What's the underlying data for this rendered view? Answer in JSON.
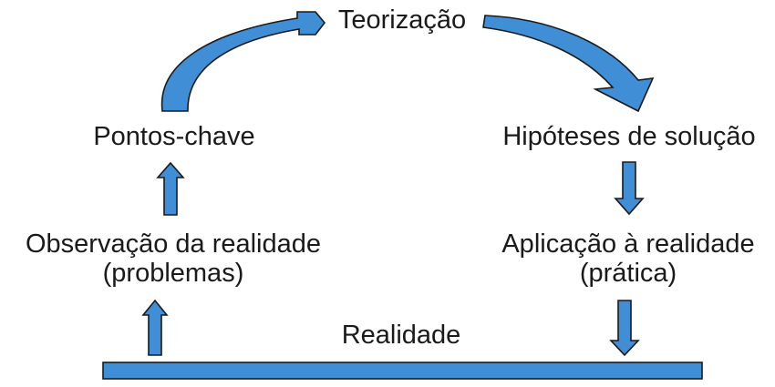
{
  "diagram": {
    "title_node": "Teorização",
    "nodes": {
      "key_points": "Pontos-chave",
      "hypotheses": "Hipóteses de solução",
      "observation_line1": "Observação da realidade",
      "observation_line2": "(problemas)",
      "application_line1": "Aplicação à realidade",
      "application_line2": "(prática)",
      "reality": "Realidade"
    },
    "colors": {
      "arrow_fill": "#3f8ed6",
      "outline": "#1a1a1a",
      "text": "#1a1a1a"
    }
  }
}
